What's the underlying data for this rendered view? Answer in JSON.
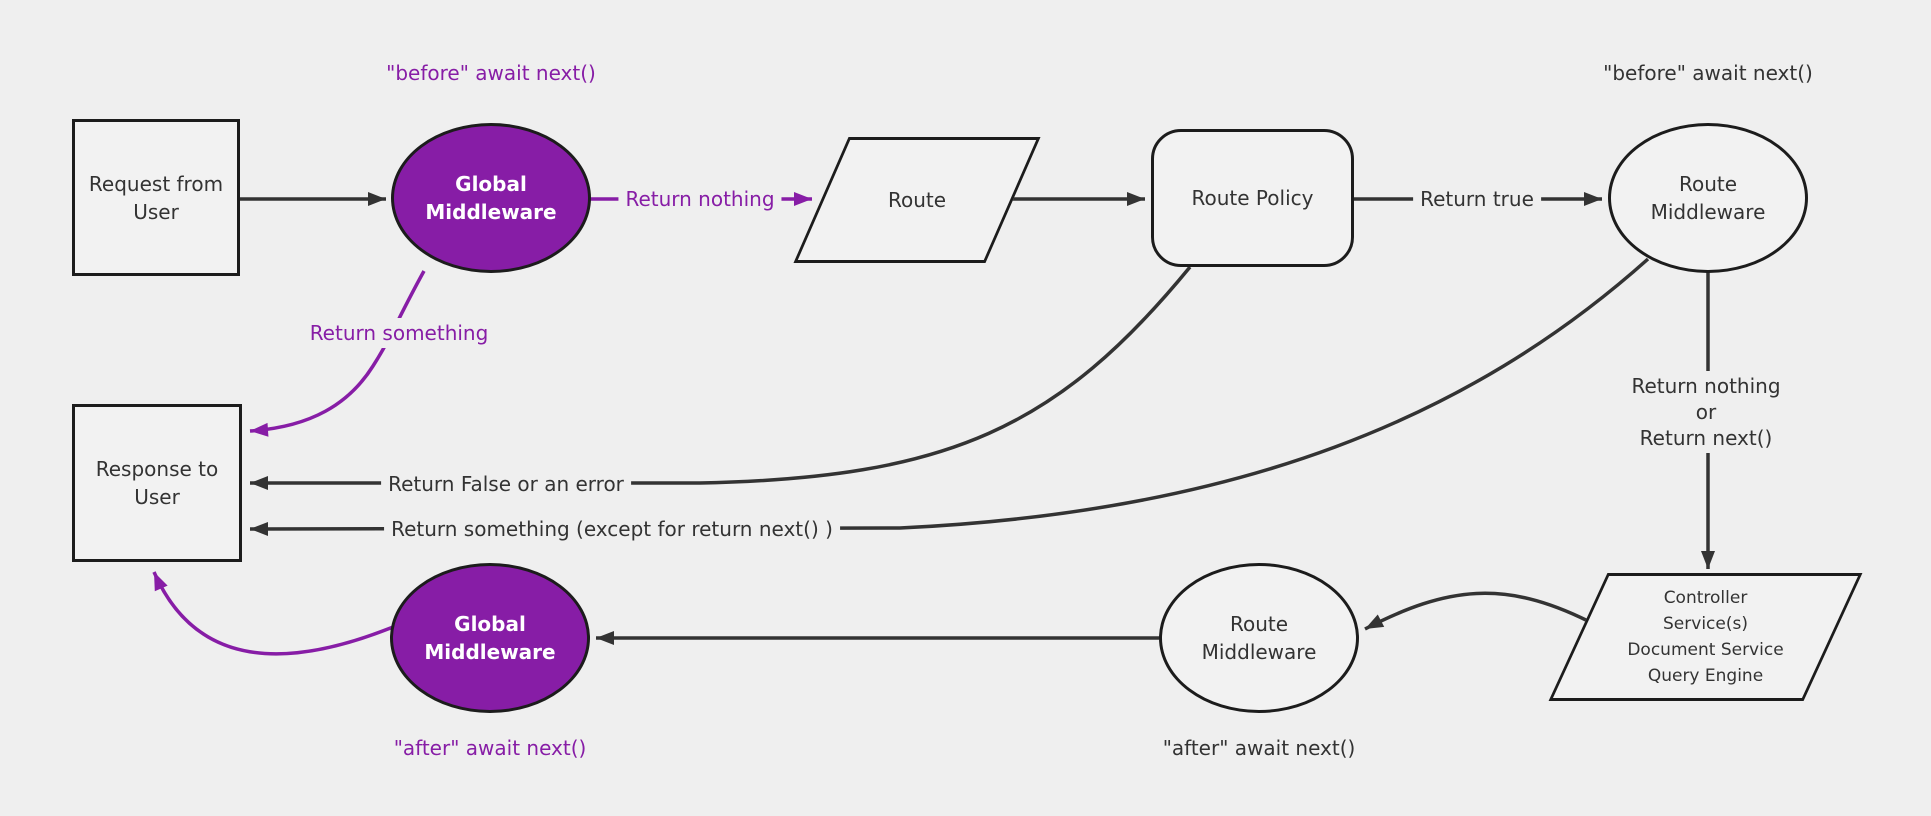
{
  "colors": {
    "bg": "#efefef",
    "node_bg": "#f2f2f2",
    "purple": "#871da6",
    "line": "#333333",
    "border": "#1c1c1c",
    "text": "#333333",
    "white": "#ffffff"
  },
  "nodes": {
    "request": {
      "lines": [
        "Request from",
        "User"
      ]
    },
    "global_middleware_top": {
      "lines": [
        "Global",
        "Middleware"
      ]
    },
    "route": {
      "label": "Route"
    },
    "route_policy": {
      "label": "Route Policy"
    },
    "route_middleware_top": {
      "lines": [
        "Route",
        "Middleware"
      ]
    },
    "controller": {
      "lines": [
        "Controller",
        "Service(s)",
        "Document Service",
        "Query Engine"
      ]
    },
    "route_middleware_bottom": {
      "lines": [
        "Route",
        "Middleware"
      ]
    },
    "global_middleware_bottom": {
      "lines": [
        "Global",
        "Middleware"
      ]
    },
    "response": {
      "lines": [
        "Response to",
        "User"
      ]
    }
  },
  "edge_labels": {
    "before_global": "\"before\" await next()",
    "before_route_mw": "\"before\" await next()",
    "return_nothing": "Return nothing",
    "return_true": "Return true",
    "return_something": "Return something",
    "return_nothing_or_next": [
      "Return nothing",
      "or",
      "Return next()"
    ],
    "return_false_error": "Return False or an error",
    "return_something_except": "Return something (except for return next() )",
    "after_route_mw": "\"after\" await next()",
    "after_global": "\"after\" await next()"
  }
}
